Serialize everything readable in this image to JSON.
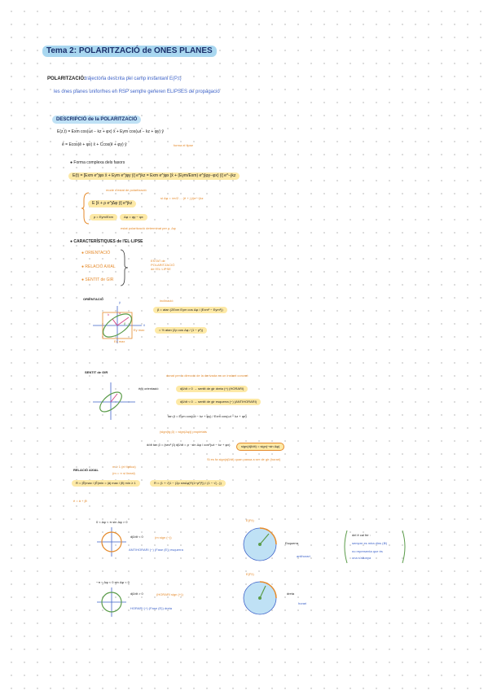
{
  "title": "Tema 2: POLARITZACIÓ de ONES PLANES",
  "intro": {
    "term": "POLARITZACIÓ:",
    "definition": "trajectòria descrita pel camp instantani E(P,t)",
    "note": "les ones planes uniformes en RSP sempre generen ELIPSES de propagació"
  },
  "section1": {
    "heading": "DESCRIPCIÓ de la POLARITZACIÓ",
    "eq1": "E(z,t) = Exm cos(ωt − kz + φx) x̂ + Eym cos(ωt − kz + φy) ŷ",
    "eq2": "ê = Ecos(ê + φx) x̂ + Ccos(ê + φy) ŷ",
    "eq2_note": "forma el·lipse"
  },
  "complex_form": {
    "label": "Forma complexa dels fasors",
    "eq": "E(t) = [Exm e^jφx x̂ + Eym e^jφy ŷ] e^jkz = Exm e^jφx [x̂ + (Eym/Exm) e^j(φy−φx) ŷ] e^−jkz",
    "sub_label": "mode d'estat de polarització",
    "sub_eq": "E [x̂ + ρ e^jΔφ ŷ] e^jkz",
    "sub_def1": "ρ = Eym/Exm",
    "sub_def2": "Δφ = φy − φx",
    "side_note": "si Δφ = ±π/2 ... (ê + j ŷ)e^−jkz",
    "bottom_note": "estat polarització determinat per ρ, Δφ"
  },
  "characteristics": {
    "heading": "CARACTERÍSTIQUES de l'EL·LIPSE",
    "items": [
      "ORIENTACIÓ",
      "RELACIÓ AXIAL",
      "SENTIT de GIR"
    ],
    "brace_note": "ESTAT de POLARITZACIÓ de l'EL·LIPSE"
  },
  "orientation": {
    "heading": "ORIENTACIÓ",
    "formula_label": "inclinació",
    "formula1": "β = atan (2Exm Eym cos Δφ / (Exm² − Eym²))",
    "formula2": "= ½ atan (2ρ cos Δφ / (1 − ρ²))",
    "label_a": "a",
    "label_b": "b",
    "label_beta": "β",
    "label_ex": "Ex",
    "label_ey": "Ey",
    "label_eymax": "Ey max",
    "label_exmax": "Ex max",
    "axis_x": "x̂",
    "axis_y": "ŷ"
  },
  "rotation": {
    "heading": "SENTIT de GIR",
    "note_top": "donat per la direcció de la derivada en un instant concret",
    "line1_lhs": "ê(t) orientació",
    "line1_a": "dβ/dt > 0 → sentit de gir dreta (+) (HORARI)",
    "line1_b": "dβ/dt < 0 → sentit de gir esquerra (−) (ANTIHORARI)",
    "eq_tan1": "tan β = Eym cos(ωt − kz + φy) / Exm cos(ωt − kz + φx)",
    "eq_tan2": "(sign(tg β) = sign(Δφ)) propietats",
    "deriv": "d/dt tan β = (sec² β) dβ/dt = ρ · sin Δφ / cos²(ωt − kz + φx)",
    "deriv_result": "sign(dβ/dt) = sign(−sin Δφ)",
    "deriv_note": "Si es fa sign(dβ/dt) quan passa a ser de gir (horari)"
  },
  "axial_ratio": {
    "heading": "RELACIÓ AXIAL",
    "heading_note1": "m ≥ 1 (el·líptica)",
    "heading_note2": "(m = ∞ si lineal)",
    "formula": "R = |Ê|max / |Ê|min = |â| max / |b̂| min ≥ 1",
    "formula2": "R = (1 + √(1 − (2ρ sinΔφ)²/(1+ρ²)²)) / (1 − √(...))",
    "vector": "ê = â + jb̂"
  },
  "case1": {
    "condition": "0 < Δφ < π  sin Δφ > 0",
    "deriv": "dβ/dt < 0",
    "deriv_note": "(m sign (−))",
    "result": "ANTIHORARI (−) (Fase (E)) esquerra",
    "vector_label": "E(P,t)",
    "direction": "Esquerra",
    "direction_note": "antihorari"
  },
  "case2": {
    "condition": "−π < Δφ < 0  sin Δφ < 0",
    "deriv": "dβ/dt > 0",
    "deriv_note": "(HORARI sign (+))",
    "result": "HORARI (+) (Fase (E)) dreta",
    "vector_label": "E(P,t)",
    "direction": "dreta",
    "direction_note": "horari"
  },
  "side_box": {
    "line1": "del ê cal fer :",
    "line2": "sempre es mira dins (⊗)",
    "line3": "no representa que és",
    "line4": "ona s'allunya"
  }
}
